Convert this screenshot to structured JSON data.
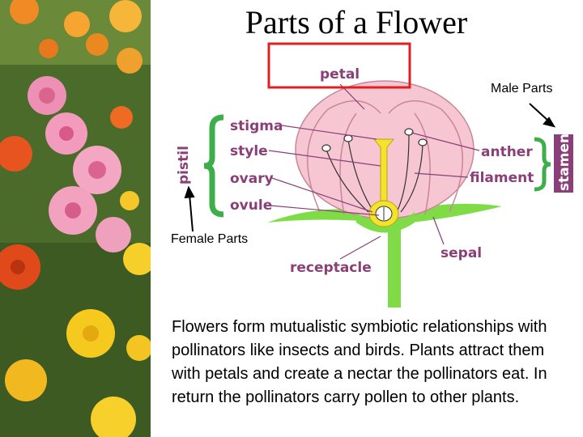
{
  "title": "Parts of a Flower",
  "callouts": {
    "male": "Male Parts",
    "female": "Female Parts"
  },
  "diagram": {
    "group_labels": {
      "pistil": "pistil",
      "stamen": "stamen"
    },
    "parts": {
      "petal": "petal",
      "stigma": "stigma",
      "style": "style",
      "ovary": "ovary",
      "ovule": "ovule",
      "anther": "anther",
      "filament": "filament",
      "receptacle": "receptacle",
      "sepal": "sepal"
    },
    "colors": {
      "label_purple": "#8a3f78",
      "brace_green": "#3dae4a",
      "petal_pink": "#f6c6d2",
      "stem_green": "#7fdc47",
      "pistil_yellow": "#f4e22b",
      "highlight_red": "#e02020"
    }
  },
  "description": "Flowers form mutualistic symbiotic relationships with pollinators like insects and birds. Plants attract them with petals and create a nectar the pollinators eat. In return the pollinators carry pollen to other plants."
}
